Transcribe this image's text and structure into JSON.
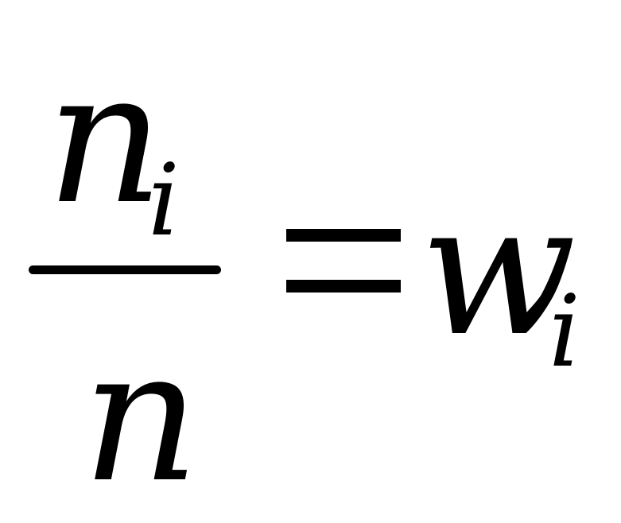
{
  "formula": {
    "numerator": {
      "base": "n",
      "subscript": "i"
    },
    "denominator": {
      "base": "n"
    },
    "operator": "=",
    "rhs": {
      "base": "w",
      "subscript": "i"
    }
  }
}
